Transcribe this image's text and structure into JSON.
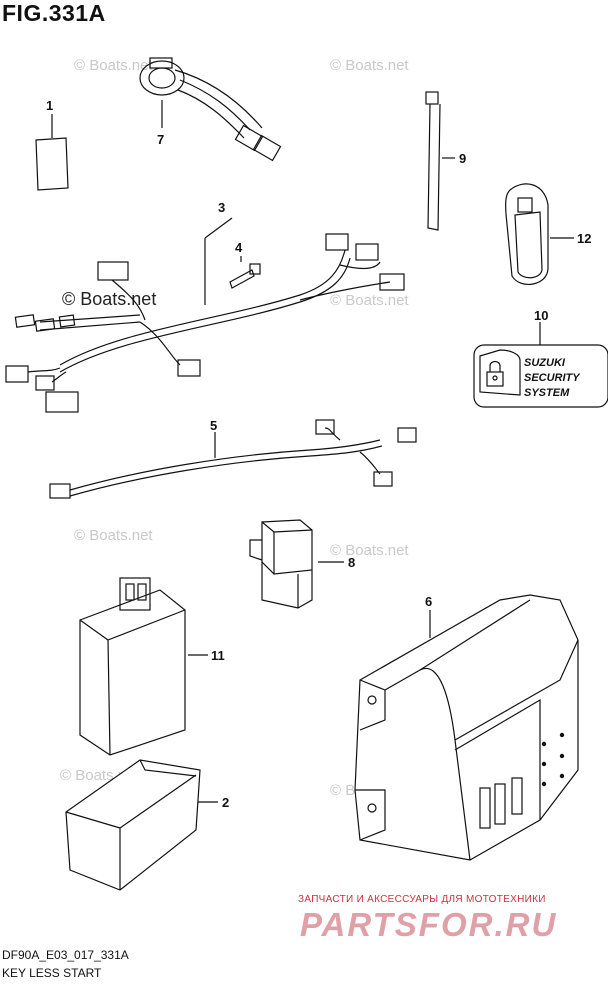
{
  "figure": {
    "title": "FIG.331A",
    "model_code": "DF90A_E03_017_331A",
    "caption": "KEY LESS START"
  },
  "callouts": [
    "1",
    "2",
    "3",
    "4",
    "5",
    "6",
    "7",
    "8",
    "9",
    "10",
    "11",
    "12"
  ],
  "watermark": {
    "text": "© Boats.net"
  },
  "security_badge": {
    "line1": "SUZUKI",
    "line2": "SECURITY",
    "line3": "SYSTEM",
    "icon": "padlock-icon"
  },
  "advert": {
    "tagline": "ЗАПЧАСТИ И АКСЕССУАРЫ ДЛЯ МОТОТЕХНИКИ",
    "logo_text": "PARTSFOR.RU",
    "color": "#c8323c"
  }
}
